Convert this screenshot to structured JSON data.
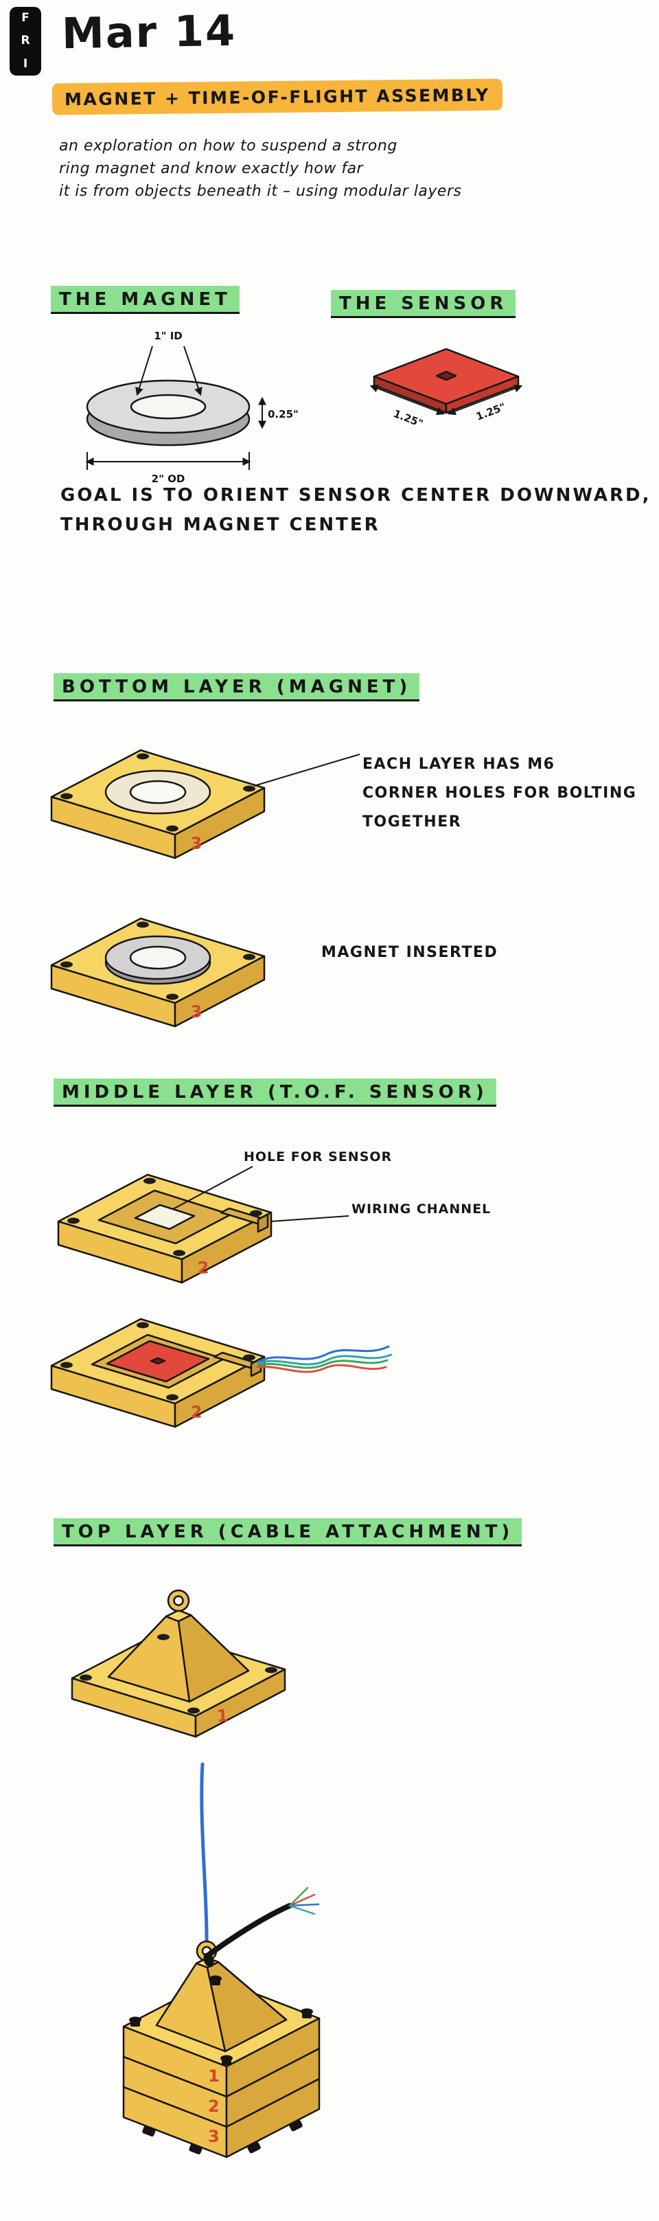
{
  "page": {
    "day_letter_1": "F",
    "day_letter_2": "R",
    "day_letter_3": "I",
    "date_title": "Mar 14",
    "main_heading": "MAGNET + TIME-OF-FLIGHT ASSEMBLY",
    "intro_line1": "an exploration on how to suspend a strong",
    "intro_line2": "ring magnet and know exactly how far",
    "intro_line3": "it is from objects beneath it – using modular layers"
  },
  "magnet": {
    "title": "THE MAGNET",
    "dim_id": "1\" ID",
    "dim_thickness": "0.25\"",
    "dim_od": "2\" OD"
  },
  "sensor": {
    "title": "THE SENSOR",
    "dim_edge_left": "1.25\"",
    "dim_edge_right": "1.25\""
  },
  "goal_line1": "GOAL IS TO ORIENT SENSOR CENTER DOWNWARD,",
  "goal_line2": "THROUGH MAGNET CENTER",
  "bottom_layer": {
    "title": "BOTTOM LAYER (MAGNET)",
    "note_line1": "EACH LAYER HAS M6",
    "note_line2": "CORNER HOLES FOR BOLTING",
    "note_line3": "TOGETHER",
    "magnet_note": "MAGNET INSERTED",
    "number": "3"
  },
  "middle_layer": {
    "title": "MIDDLE LAYER (T.O.F. SENSOR)",
    "hole_label": "HOLE FOR SENSOR",
    "channel_label": "WIRING CHANNEL",
    "number": "2"
  },
  "top_layer": {
    "title": "TOP LAYER (CABLE ATTACHMENT)",
    "number": "1"
  },
  "assembly": {
    "number_top": "1",
    "number_middle": "2",
    "number_bottom": "3"
  },
  "colors": {
    "highlight_yellow": "#f7b53c",
    "highlight_green": "#8ae08f",
    "layer_yellow": "#f6d565",
    "sensor_red": "#e2493c",
    "magnet_gray": "#d2d2d2",
    "number_red": "#d6452c",
    "cable_blue": "#2f6fd6",
    "wire_colors": [
      "#2f6fd6",
      "#2fa7a0",
      "#3fa65c",
      "#d94f43"
    ]
  }
}
